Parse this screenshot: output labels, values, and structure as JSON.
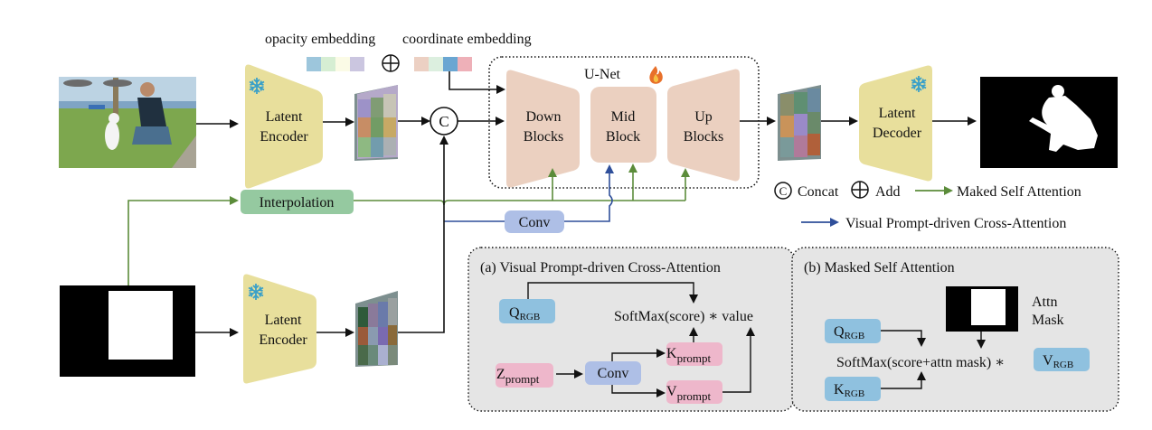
{
  "embeddings": {
    "opacity_label": "opacity embedding",
    "coordinate_label": "coordinate embedding",
    "opacity_colors": [
      "#9dc6dc",
      "#d6eed3",
      "#fbfbe6",
      "#cbc6e0"
    ],
    "coordinate_colors": [
      "#ecd0c3",
      "#dcefdf",
      "#6aa6d2",
      "#eeb0b8"
    ]
  },
  "unet": {
    "title": "U-Net",
    "down": [
      "Down",
      "Blocks"
    ],
    "mid": [
      "Mid",
      "Block"
    ],
    "up": [
      "Up",
      "Blocks"
    ]
  },
  "encoder_top": [
    "Latent",
    "Encoder"
  ],
  "encoder_bottom": [
    "Latent",
    "Encoder"
  ],
  "decoder": [
    "Latent",
    "Decoder"
  ],
  "interpolation": "Interpolation",
  "conv": "Conv",
  "concat_symbol": "C",
  "legend": {
    "concat": "Concat",
    "add": "Add",
    "masked": "Maked Self Attention",
    "cross": "Visual Prompt-driven Cross-Attention",
    "green": "#5b8c3a",
    "blue": "#2f4f9a"
  },
  "panel_a": {
    "title": "(a) Visual Prompt-driven Cross-Attention",
    "q": "Q",
    "q_sub": "RGB",
    "formula": "SoftMax(score) ∗ value",
    "z": "Z",
    "z_sub": "prompt",
    "conv": "Conv",
    "k": "K",
    "k_sub": "prompt",
    "v": "V",
    "v_sub": "prompt"
  },
  "panel_b": {
    "title": "(b) Masked Self Attention",
    "attn1": "Attn",
    "attn2": "Mask",
    "q": "Q",
    "q_sub": "RGB",
    "k": "K",
    "k_sub": "RGB",
    "v": "V",
    "v_sub": "RGB",
    "formula": "SoftMax(score+attn mask) ∗"
  },
  "colors": {
    "encoder": "#e8df9c",
    "unet_block": "#ebd0c0",
    "interp": "#95c9a0",
    "conv": "#aebfe6",
    "rgb": "#8fc1df",
    "prompt": "#eeb7cb",
    "panel": "#e5e5e5"
  }
}
